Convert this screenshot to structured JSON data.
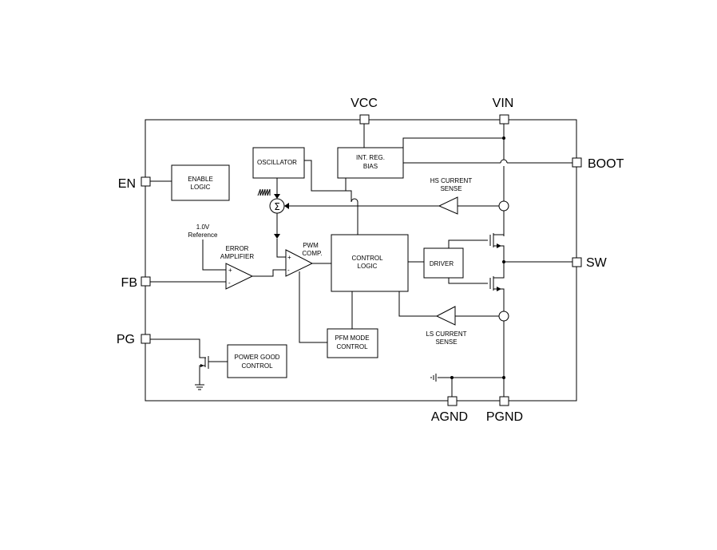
{
  "pins": {
    "vcc": "VCC",
    "vin": "VIN",
    "boot": "BOOT",
    "en": "EN",
    "fb": "FB",
    "pg": "PG",
    "sw": "SW",
    "agnd": "AGND",
    "pgnd": "PGND"
  },
  "blocks": {
    "enable_logic": [
      "ENABLE",
      "LOGIC"
    ],
    "oscillator": [
      "OSCILLATOR"
    ],
    "int_reg_bias": [
      "INT. REG.",
      "BIAS"
    ],
    "control_logic": [
      "CONTROL",
      "LOGIC"
    ],
    "driver": [
      "DRIVER"
    ],
    "pfm_mode_control": [
      "PFM MODE",
      "CONTROL"
    ],
    "power_good_control": [
      "POWER GOOD",
      "CONTROL"
    ]
  },
  "labels": {
    "reference": [
      "1.0V",
      "Reference"
    ],
    "error_amplifier": [
      "ERROR",
      "AMPLIFIER"
    ],
    "pwm_comp": [
      "PWM",
      "COMP."
    ],
    "hs_current_sense": [
      "HS CURRENT",
      "SENSE"
    ],
    "ls_current_sense": [
      "LS CURRENT",
      "SENSE"
    ],
    "sum_symbol": "Σ",
    "plus": "+",
    "minus": "-"
  }
}
